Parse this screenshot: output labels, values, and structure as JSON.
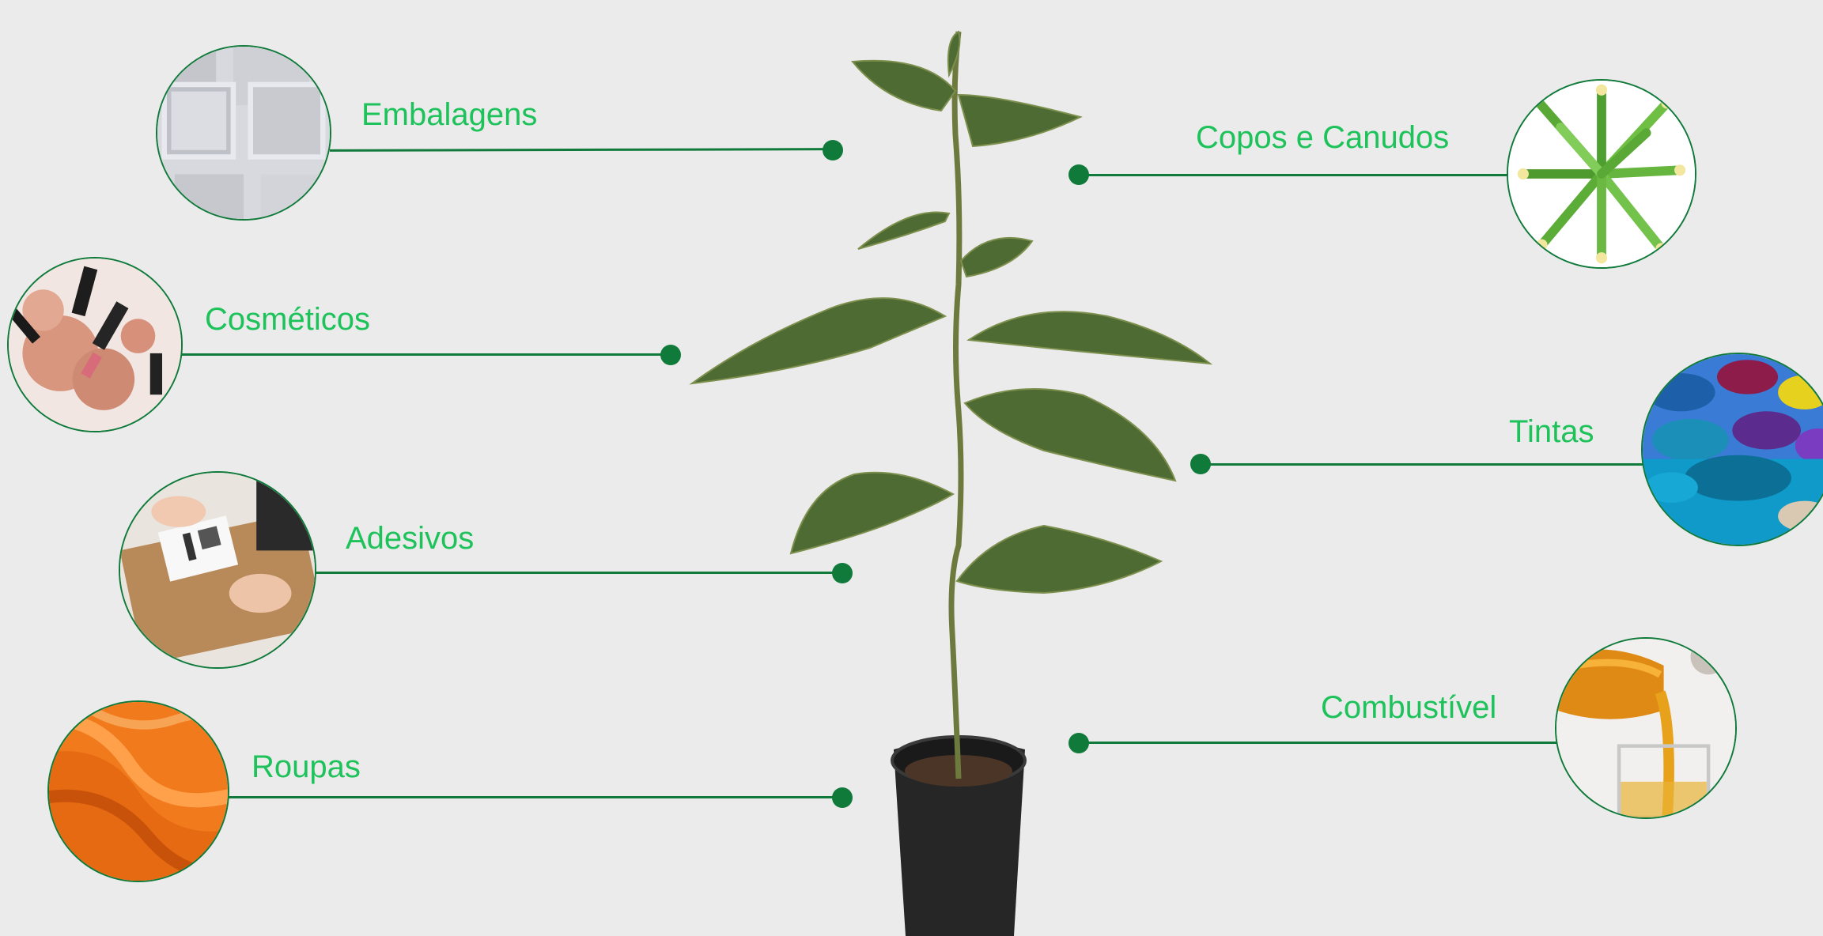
{
  "left_items": [
    {
      "label": "Embalagens",
      "icon": "packaging-image"
    },
    {
      "label": "Cosméticos",
      "icon": "cosmetics-image"
    },
    {
      "label": "Adesivos",
      "icon": "adhesive-label-image"
    },
    {
      "label": "Roupas",
      "icon": "fabric-image"
    }
  ],
  "right_items": [
    {
      "label": "Copos e Canudos",
      "icon": "straws-image"
    },
    {
      "label": "Tintas",
      "icon": "paint-cans-image"
    },
    {
      "label": "Combustível",
      "icon": "fuel-image"
    }
  ],
  "center": {
    "icon": "potted-plant-image"
  },
  "colors": {
    "accent_text": "#1ec25a",
    "connector": "#0f7a3a",
    "background": "#ebebeb"
  }
}
